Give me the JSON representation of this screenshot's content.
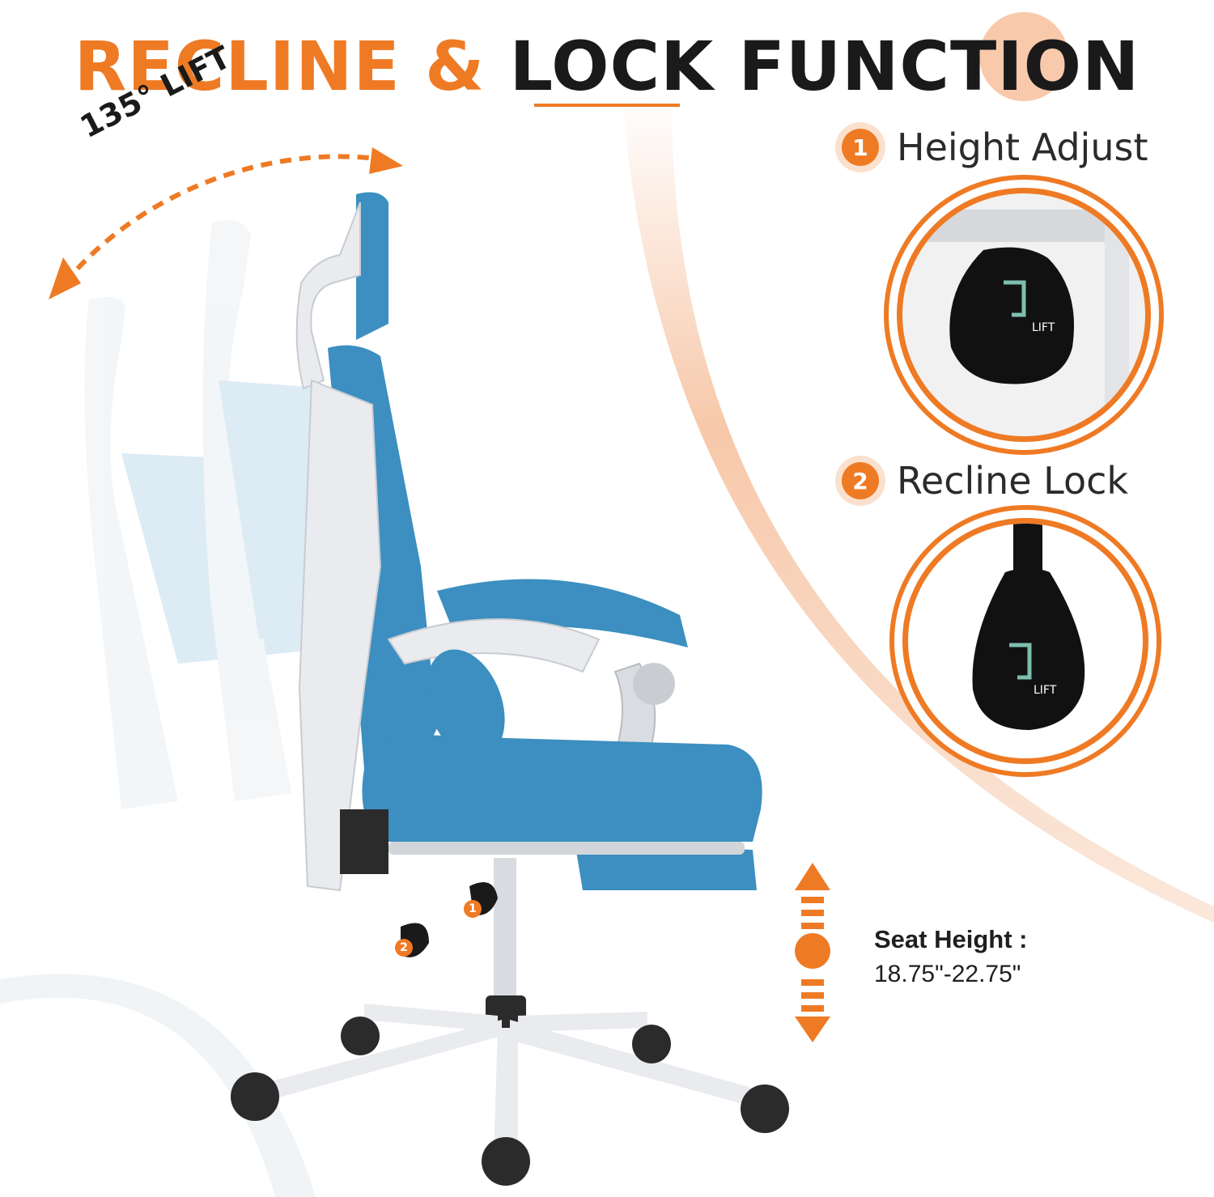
{
  "title": {
    "part1": "RECLINE &",
    "part2": "LOCK FUNCTION"
  },
  "recline_angle_label": "135° LIFT",
  "features": [
    {
      "number": "1",
      "label": "Height Adjust",
      "handle_text": "LIFT"
    },
    {
      "number": "2",
      "label": "Recline Lock",
      "handle_text": "LIFT"
    }
  ],
  "seat_height": {
    "label": "Seat Height :",
    "value": "18.75\"-22.75\""
  },
  "chair_callouts": [
    "1",
    "2"
  ],
  "colors": {
    "accent": "#ef7a24",
    "accent_light": "#fbe1cd",
    "fabric": "#3c8fc0",
    "frame": "#e9ebee",
    "text": "#1a1a1a"
  }
}
